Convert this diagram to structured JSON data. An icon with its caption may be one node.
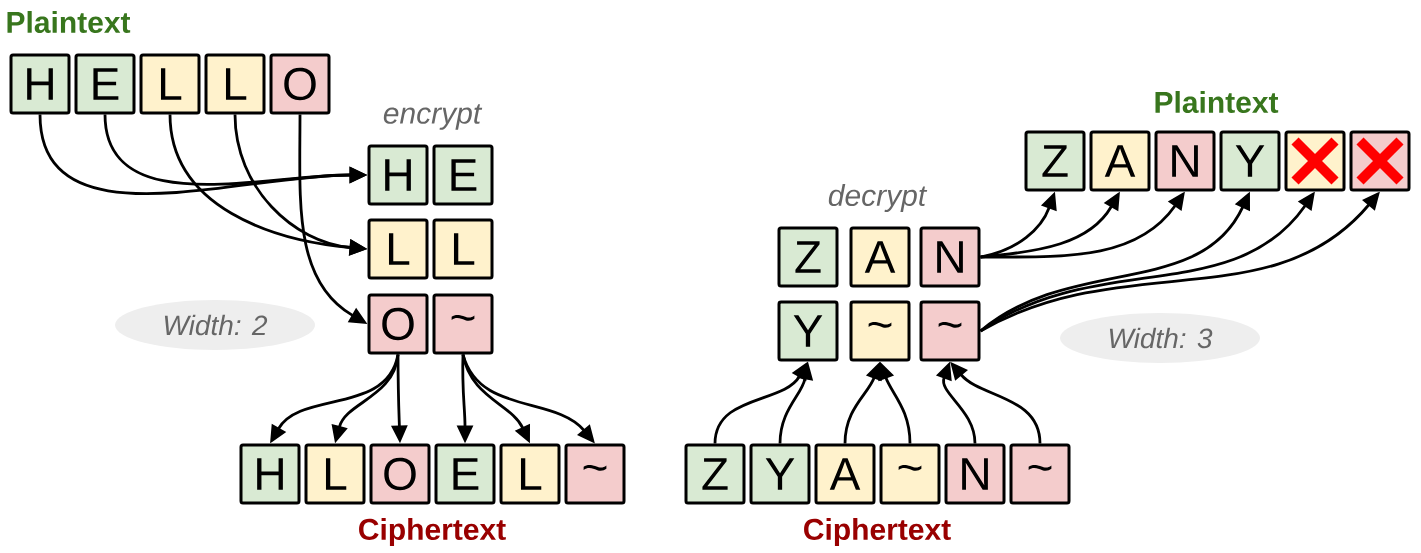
{
  "diagram": {
    "nodes": [
      {
        "text": [
          "H"
        ]
      },
      {
        "text": [
          "E"
        ]
      },
      {
        "text": [
          "L"
        ]
      },
      {
        "text": [
          "L"
        ]
      },
      {
        "text": [
          "O"
        ]
      },
      {
        "text": [
          "H"
        ]
      },
      {
        "text": [
          "E"
        ]
      },
      {
        "text": [
          "L"
        ]
      },
      {
        "text": [
          "L"
        ]
      },
      {
        "text": [
          "O"
        ]
      },
      {
        "text": [
          "~"
        ]
      },
      {
        "text": [
          "Width: 2"
        ]
      },
      {
        "text": [
          "H"
        ]
      },
      {
        "text": [
          "L"
        ]
      },
      {
        "text": [
          "O"
        ]
      },
      {
        "text": [
          "E"
        ]
      },
      {
        "text": [
          "L"
        ]
      },
      {
        "text": [
          "~"
        ]
      },
      {
        "text": [
          "Z"
        ]
      },
      {
        "text": [
          "A"
        ]
      },
      {
        "text": [
          "N"
        ]
      },
      {
        "text": [
          "Y"
        ]
      },
      {
        "text": [],
        "shape": "box"
      },
      {
        "text": [],
        "shape": "box"
      },
      {
        "text": [
          "Z"
        ]
      },
      {
        "text": [
          "A"
        ]
      },
      {
        "text": [
          "N"
        ]
      },
      {
        "text": [
          "Y"
        ]
      },
      {
        "text": [
          "~"
        ]
      },
      {
        "text": [
          "~"
        ]
      },
      {
        "text": [
          "Width: 3"
        ]
      },
      {
        "text": [
          "Z"
        ]
      },
      {
        "text": [
          "Y"
        ]
      },
      {
        "text": [
          "A"
        ]
      },
      {
        "text": [
          "~"
        ]
      },
      {
        "text": [
          "N"
        ]
      },
      {
        "text": [
          "~"
        ]
      }
    ],
    "edges": [
      {
        "from": 0,
        "to": 5,
        "arrow": "to"
      },
      {
        "from": 1,
        "to": 5,
        "arrow": "to"
      },
      {
        "from": 2,
        "to": 7,
        "arrow": "to"
      },
      {
        "from": 3,
        "to": 7,
        "arrow": "to"
      },
      {
        "from": 4,
        "to": 9,
        "arrow": "to"
      },
      {
        "from": 9,
        "to": 12,
        "arrow": "to"
      },
      {
        "from": 9,
        "to": 13,
        "arrow": "to"
      },
      {
        "from": 9,
        "to": 14,
        "arrow": "to"
      },
      {
        "from": 10,
        "to": 15,
        "arrow": "to"
      },
      {
        "from": 10,
        "to": 16,
        "arrow": "to"
      },
      {
        "from": 10,
        "to": 17,
        "arrow": "to"
      },
      {
        "from": 31,
        "to": 27,
        "arrow": "to"
      },
      {
        "from": 32,
        "to": 27,
        "arrow": "to"
      },
      {
        "from": 33,
        "to": 28,
        "arrow": "to"
      },
      {
        "from": 34,
        "to": 28,
        "arrow": "to"
      },
      {
        "from": 35,
        "to": 29,
        "arrow": "to"
      },
      {
        "from": 36,
        "to": 29,
        "arrow": "to"
      },
      {
        "from": 26,
        "to": 18,
        "arrow": "to"
      },
      {
        "from": 26,
        "to": 19,
        "arrow": "to"
      },
      {
        "from": 26,
        "to": 20,
        "arrow": "to"
      },
      {
        "from": 29,
        "to": 21,
        "arrow": "to"
      },
      {
        "from": 29,
        "to": 22,
        "arrow": "to"
      },
      {
        "from": 29,
        "to": 23,
        "arrow": "to"
      }
    ],
    "labels": [
      "Plaintext",
      "Plaintext",
      "encrypt",
      "decrypt",
      "Ciphertext",
      "Ciphertext"
    ]
  }
}
